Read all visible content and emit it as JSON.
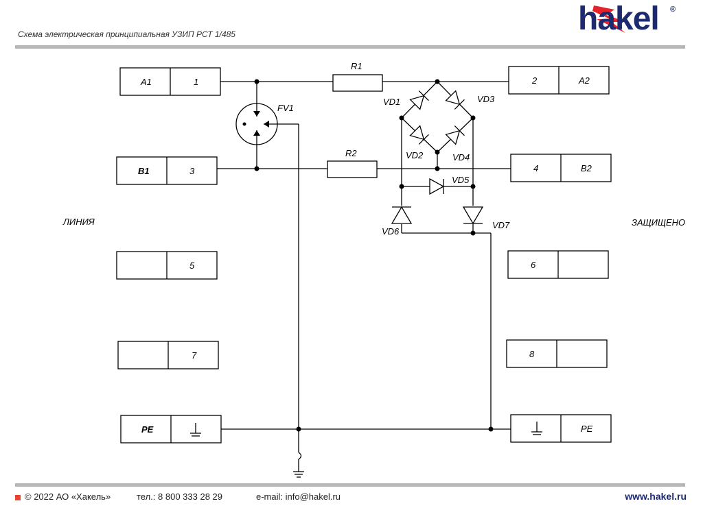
{
  "header": {
    "title": "Схема электрическая принципиальная УЗИП РСТ 1/485",
    "brand": "hakel",
    "brand_mark": "®",
    "brand_colors": {
      "name": "#1d2a6e",
      "bolt": "#e8222a",
      "rule": "#b7b7b7"
    }
  },
  "terminals": {
    "a1_label": "A1",
    "a1_num": "1",
    "a2_num": "2",
    "a2_label": "A2",
    "b1_label": "B1",
    "b1_num": "3",
    "b2_num": "4",
    "b2_label": "B2",
    "t5_num": "5",
    "t6_num": "6",
    "t7_num": "7",
    "t8_num": "8",
    "pe_left_label": "PE",
    "pe_right_label": "PE"
  },
  "components": {
    "r1": "R1",
    "r2": "R2",
    "fv1": "FV1",
    "vd1": "VD1",
    "vd2": "VD2",
    "vd3": "VD3",
    "vd4": "VD4",
    "vd5": "VD5",
    "vd6": "VD6",
    "vd7": "VD7"
  },
  "sides": {
    "line": "ЛИНИЯ",
    "protected": "ЗАЩИЩЕНО"
  },
  "footer": {
    "copyright": "© 2022 АО «Хакель»",
    "phone": "тел.: 8 800 333 28 29",
    "email": "e-mail: info@hakel.ru",
    "website": "www.hakel.ru"
  }
}
